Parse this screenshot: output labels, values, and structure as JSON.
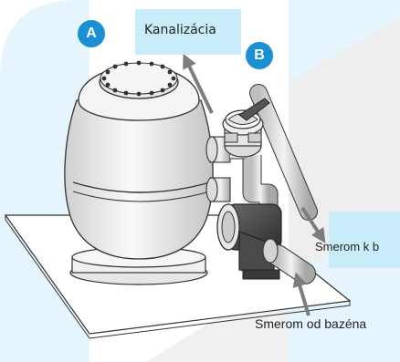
{
  "labels": {
    "drain": "Kanalizácia",
    "to_pool": "Smerom k b",
    "from_pool": "Smerom od bazéna"
  },
  "badges": {
    "a": "A",
    "b": "B"
  },
  "colors": {
    "badge_blue": "#1a8fd4",
    "label_bg": "#c9ecfb",
    "watermark": "#e6f4fd",
    "watermark_grey": "#eeeeee",
    "arrow_grey": "#7d7d7d",
    "line": "#333333"
  }
}
